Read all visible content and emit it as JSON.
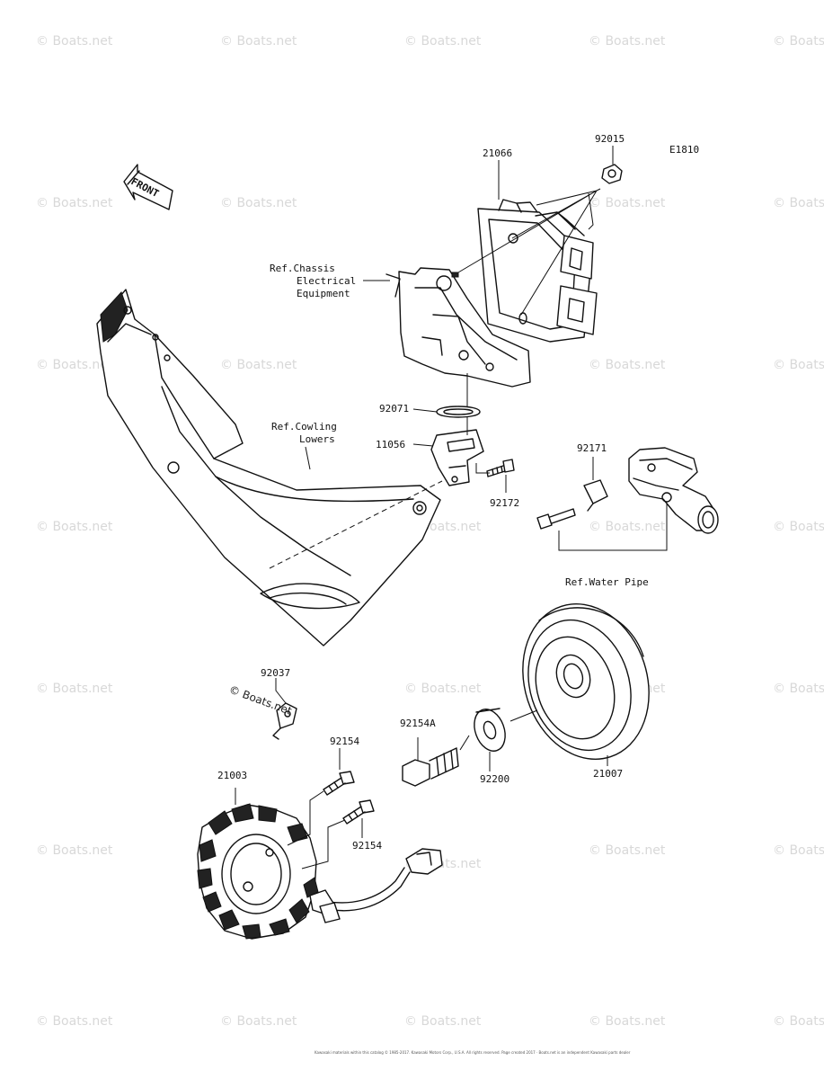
{
  "diagram_code": "E1810",
  "front_label": "FRONT",
  "watermark": "© Boats.net",
  "copyright": "Kawasaki materials within this catalog © 1985-2017. Kawasaki Motors Corp., U.S.A. All rights reserved. Page created 2017 · Boats.net is an independent Kawasaki parts dealer",
  "refs": {
    "chassis_line1": "Ref.Chassis",
    "chassis_line2": "Electrical",
    "chassis_line3": "Equipment",
    "cowling_line1": "Ref.Cowling",
    "cowling_line2": "Lowers",
    "water_pipe": "Ref.Water Pipe"
  },
  "parts": {
    "p92015": "92015",
    "p21066": "21066",
    "p92071": "92071",
    "p11056": "11056",
    "p92172": "92172",
    "p92171": "92171",
    "p92037": "92037",
    "p92154_top": "92154",
    "p92154_bottom": "92154",
    "p21003": "21003",
    "p92154A": "92154A",
    "p92200": "92200",
    "p21007": "21007"
  }
}
